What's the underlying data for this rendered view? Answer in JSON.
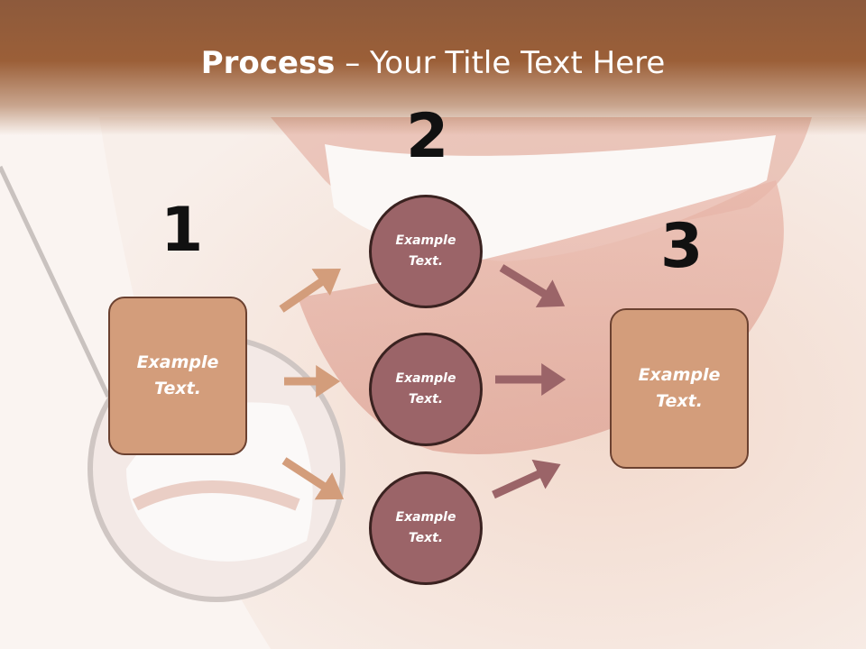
{
  "slide": {
    "title_bold": "Process",
    "title_rest": " – Your Title Text Here"
  },
  "steps": {
    "step1": {
      "number": "1",
      "text_line1": "Example",
      "text_line2": "Text."
    },
    "step2": {
      "number": "2",
      "circles": [
        {
          "text_line1": "Example",
          "text_line2": "Text."
        },
        {
          "text_line1": "Example",
          "text_line2": "Text."
        },
        {
          "text_line1": "Example",
          "text_line2": "Text."
        }
      ]
    },
    "step3": {
      "number": "3",
      "text_line1": "Example",
      "text_line2": "Text."
    }
  },
  "colors": {
    "header": "#9b5f38",
    "box_fill": "#d39d7b",
    "circle_fill": "#9b6468",
    "arrow_left": "#d39d7b",
    "arrow_right": "#9b6468"
  }
}
